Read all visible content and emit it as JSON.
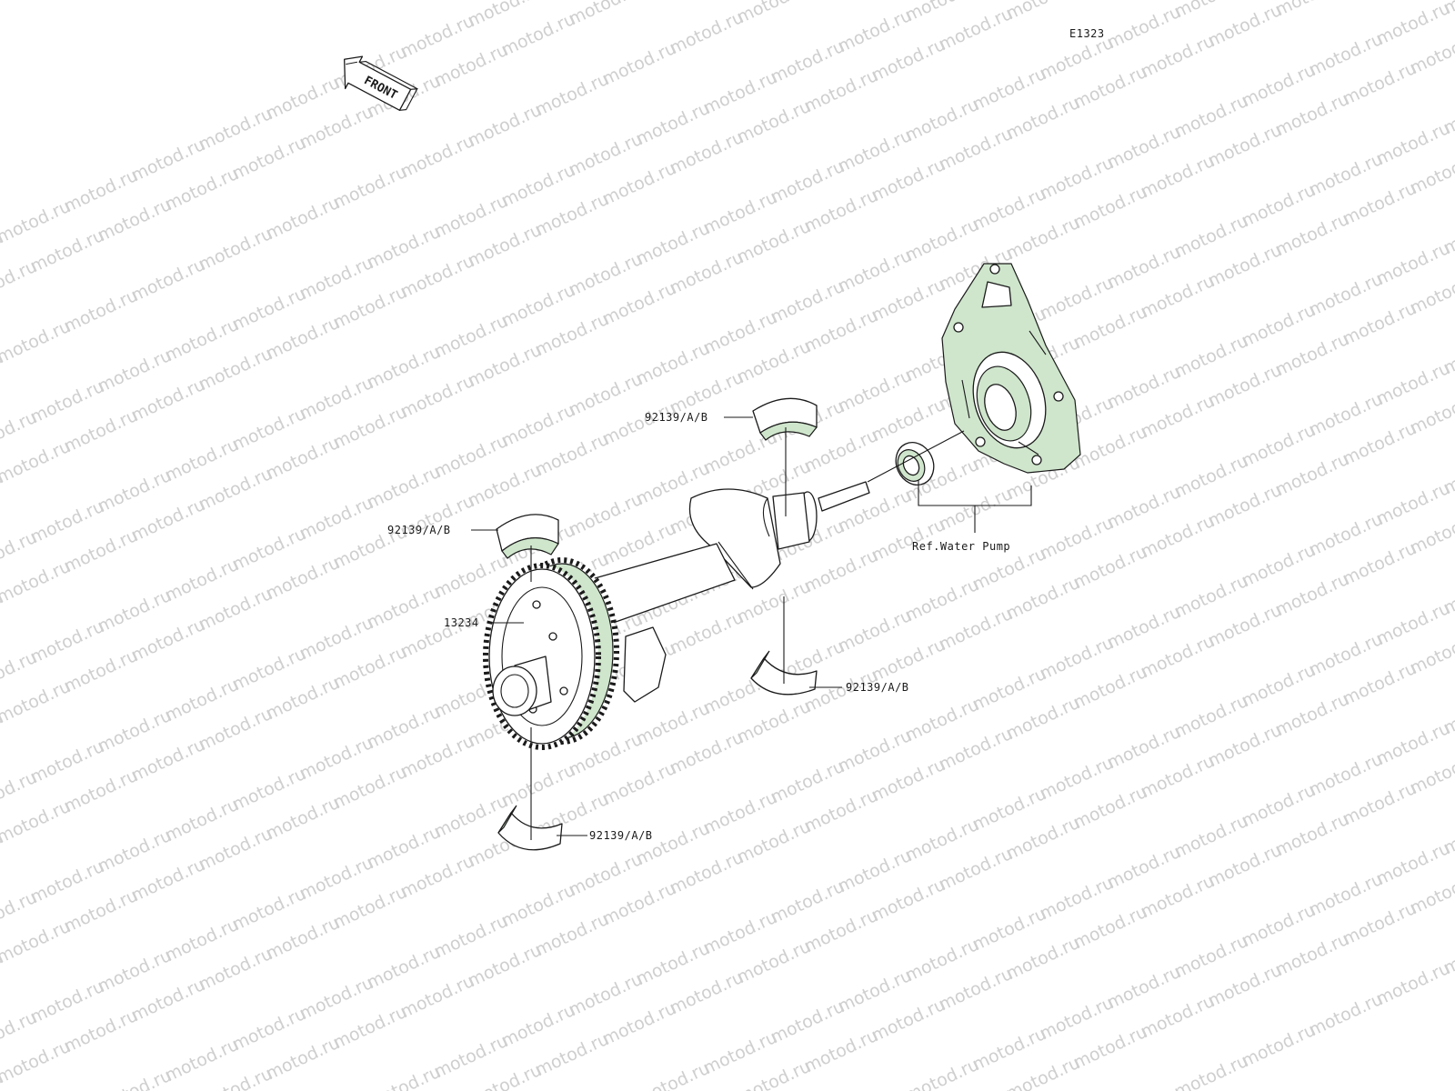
{
  "diagram_code": "E1323",
  "front_label": "FRONT",
  "watermark_text": "motod.ru",
  "callouts": {
    "bearing_top_right": "92139/A/B",
    "bearing_top_left": "92139/A/B",
    "gear": "13234",
    "bearing_bottom_right": "92139/A/B",
    "bearing_bottom_left": "92139/A/B",
    "ref_water_pump": "Ref.Water Pump"
  },
  "colors": {
    "part_highlight": "#cfe6cc",
    "line": "#1a1a1a",
    "watermark": "#cfcfcf"
  }
}
